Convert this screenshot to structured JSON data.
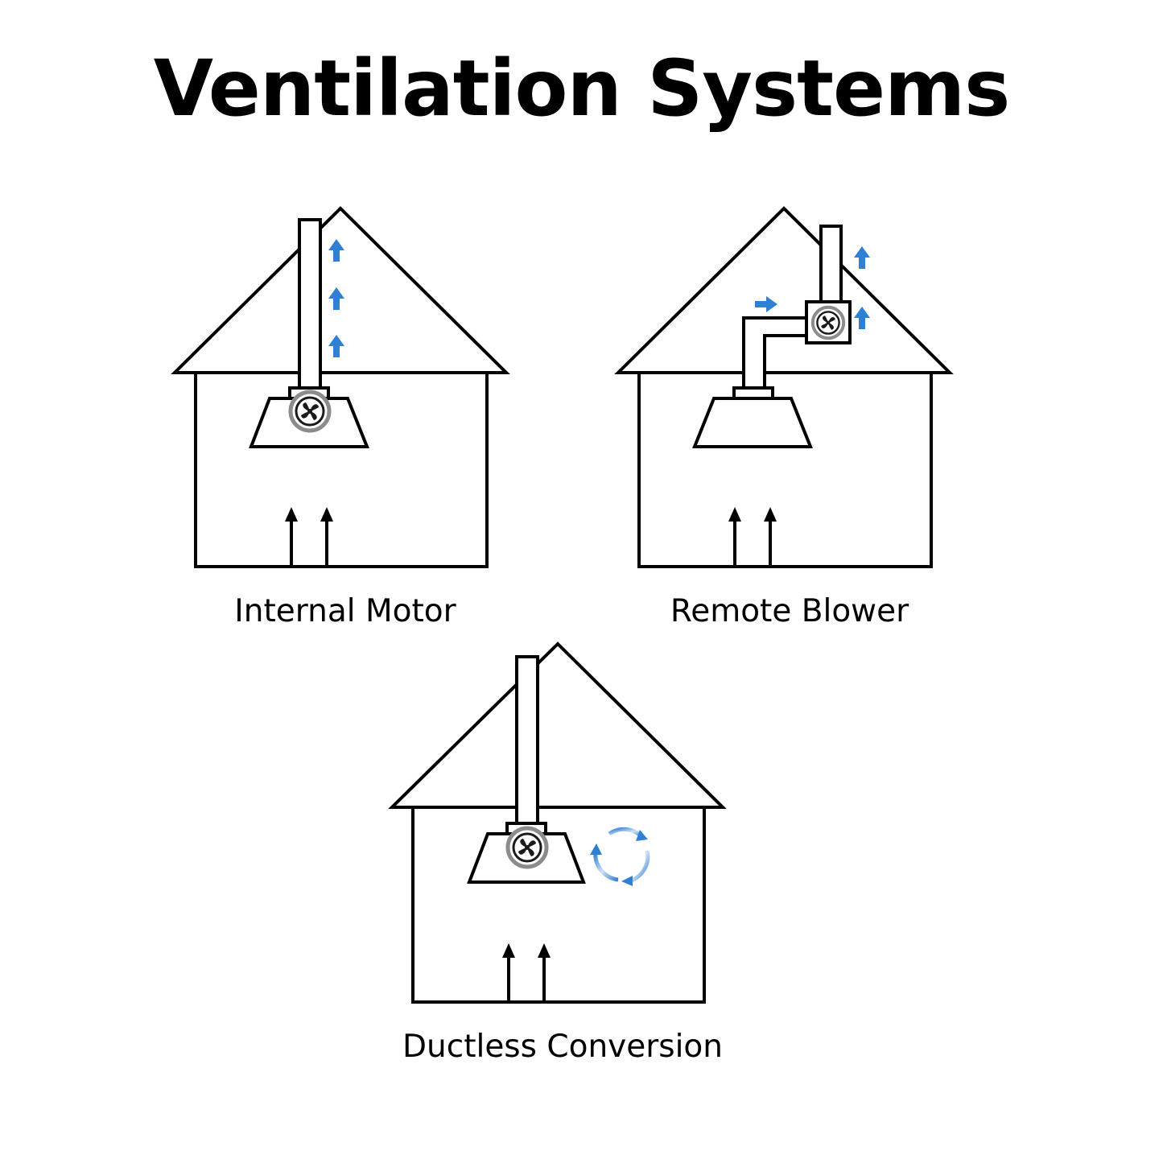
{
  "title": "Ventilation Systems",
  "systems": [
    {
      "id": "internal-motor",
      "label": "Internal Motor"
    },
    {
      "id": "remote-blower",
      "label": "Remote Blower"
    },
    {
      "id": "ductless-conversion",
      "label": "Ductless Conversion"
    }
  ],
  "colors": {
    "line": "#000000",
    "background": "#ffffff",
    "airflow_arrow": "#2f7fd3",
    "fan_ring": "#8c8c8c"
  },
  "icons": [
    "house-outline",
    "duct",
    "range-hood",
    "fan-icon",
    "airflow-arrow-icon",
    "recirculation-icon"
  ]
}
